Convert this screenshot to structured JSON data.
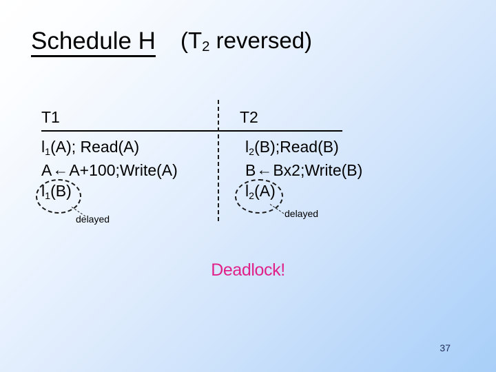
{
  "slide": {
    "title_main": "Schedule H",
    "title_sub_prefix": "(T",
    "title_sub_subscript": "2",
    "title_sub_suffix": " reversed)",
    "deadlock_label": "Deadlock!",
    "page_number": "37",
    "colors": {
      "deadlock": "#e0218a",
      "text": "#000000",
      "page_number": "#1f2d5a",
      "background_start": "#ffffff",
      "background_end": "#a8cff8"
    }
  },
  "schedule": {
    "columns": [
      {
        "header": "T1",
        "rows": [
          {
            "prefix": "l",
            "subscript": "1",
            "text": "(A); Read(A)"
          },
          {
            "pre_arrow": "A",
            "arrow": "←",
            "post_arrow": "A+100;Write(A)"
          },
          {
            "prefix": "l",
            "subscript": "1",
            "text": "(B)",
            "circled": true
          }
        ],
        "annotation": "delayed"
      },
      {
        "header": "T2",
        "rows": [
          {
            "prefix": "l",
            "subscript": "2",
            "text": "(B);Read(B)"
          },
          {
            "pre_arrow": "B",
            "arrow": "←",
            "post_arrow": "Bx2;Write(B)"
          },
          {
            "prefix": "l",
            "subscript": "2",
            "text": "(A)",
            "circled": true
          }
        ],
        "annotation": "delayed"
      }
    ]
  }
}
